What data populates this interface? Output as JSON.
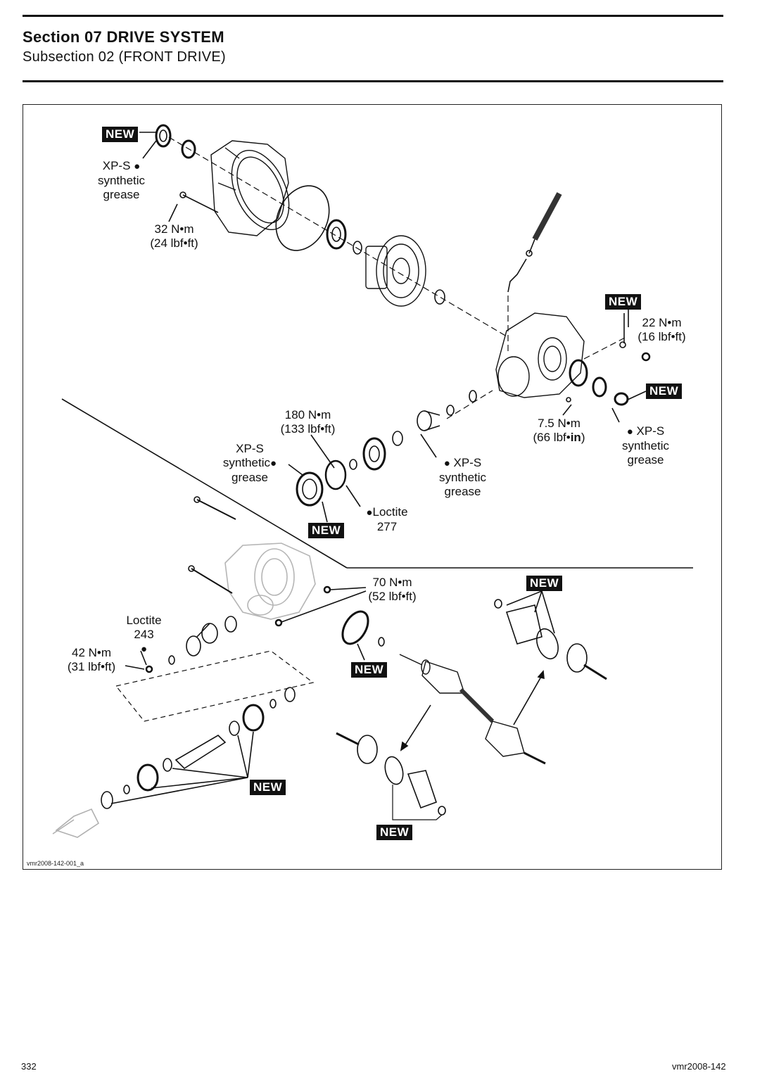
{
  "header": {
    "section": "Section 07 DRIVE SYSTEM",
    "subsection": "Subsection 02 (FRONT DRIVE)"
  },
  "labels": {
    "new": "NEW",
    "grease_1": "XP-S",
    "grease_1b": "synthetic",
    "grease_1c": "grease",
    "torque_32": "32 N•m",
    "torque_32b": "(24 lbf•ft)",
    "torque_22": "22 N•m",
    "torque_22b": "(16 lbf•ft)",
    "torque_180": "180 N•m",
    "torque_180b": "(133 lbf•ft)",
    "grease_2": "XP-S",
    "grease_2b": "synthetic",
    "grease_2c": "grease",
    "torque_75": "7.5 N•m",
    "torque_75b_pre": "(66 lbf•",
    "torque_75b_bold": "in",
    "torque_75b_post": ")",
    "grease_3": "XP-S",
    "grease_3b": "synthetic",
    "grease_3c": "grease",
    "grease_4": "XP-S",
    "grease_4b": "synthetic",
    "grease_4c": "grease",
    "loctite_277": "Loctite",
    "loctite_277b": "277",
    "torque_70": "70 N•m",
    "torque_70b": "(52 lbf•ft)",
    "loctite_243": "Loctite",
    "loctite_243b": "243",
    "torque_42": "42 N•m",
    "torque_42b": "(31 lbf•ft)",
    "figure_code": "vmr2008-142-001_a"
  },
  "footer": {
    "page_number": "332",
    "doc_code": "vmr2008-142"
  },
  "colors": {
    "ink": "#111111",
    "faded_part": "#b8b8b8",
    "new_tag_bg": "#111111",
    "new_tag_fg": "#ffffff"
  },
  "icons": [
    "grease-drop-icon"
  ]
}
